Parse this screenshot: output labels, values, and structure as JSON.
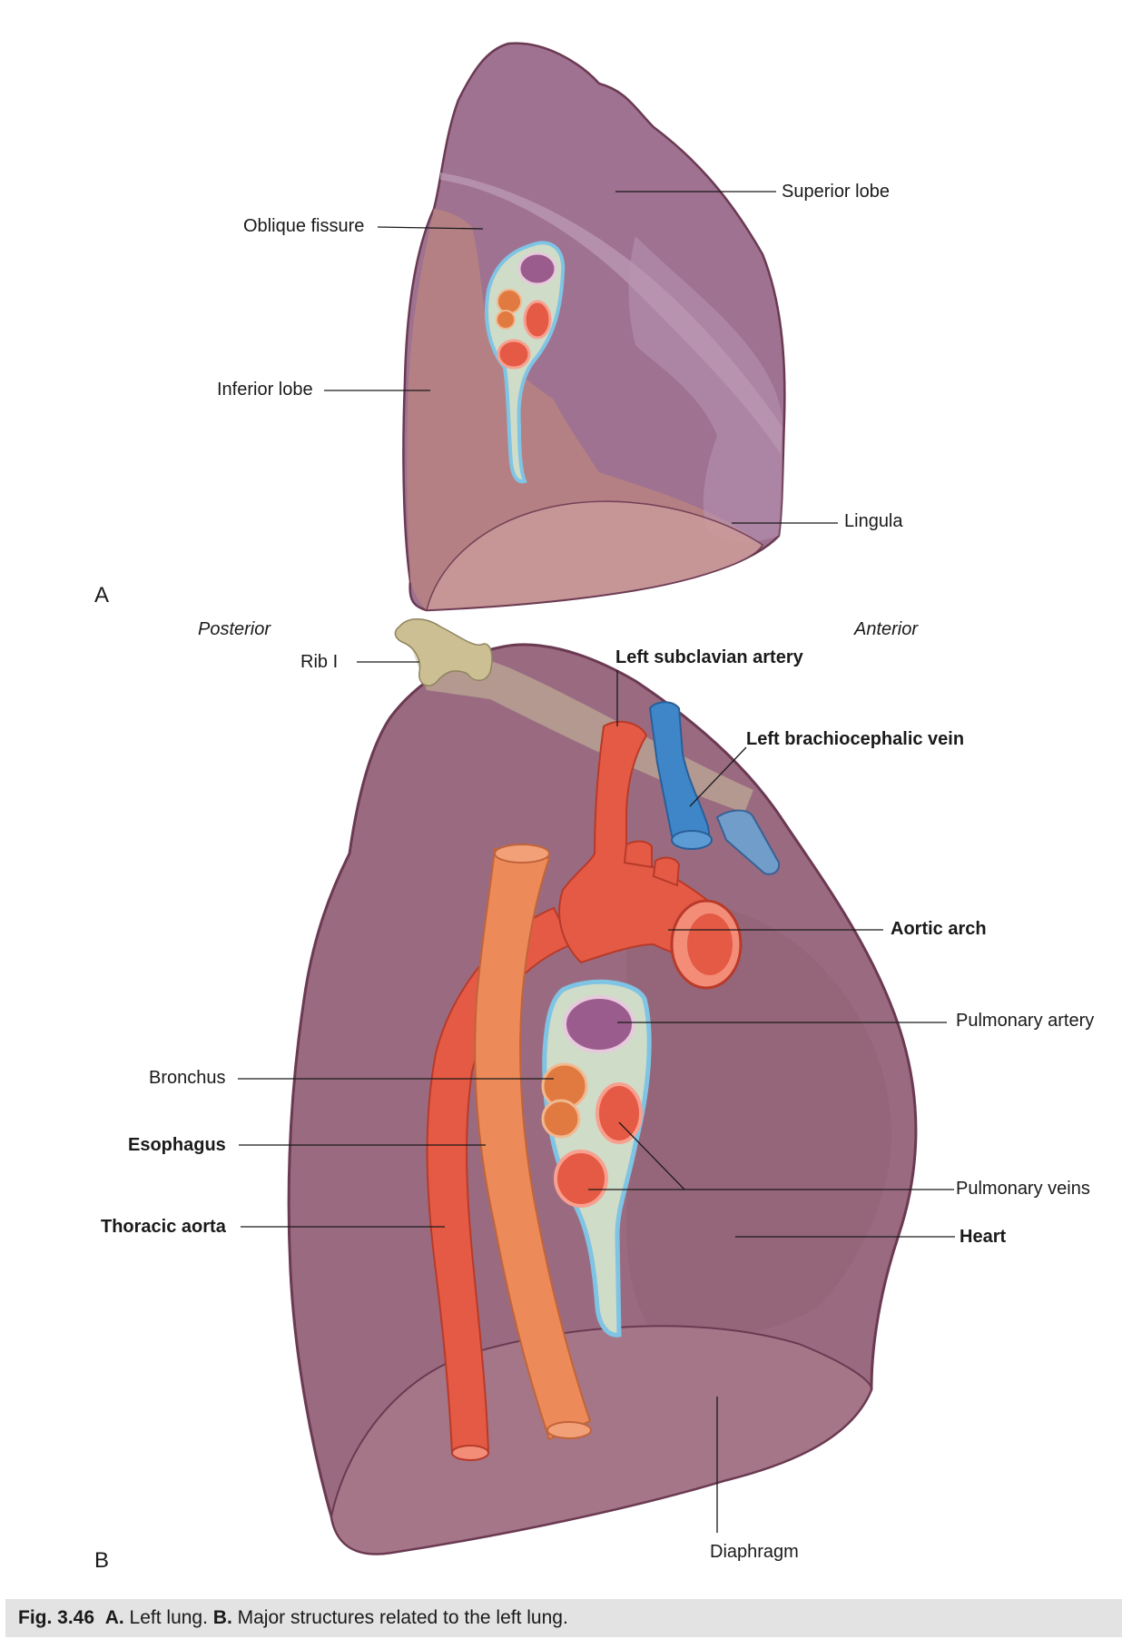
{
  "panels": {
    "a": "A",
    "b": "B"
  },
  "orientation": {
    "posterior": "Posterior",
    "anterior": "Anterior"
  },
  "panel_a_labels": {
    "superior_lobe": "Superior lobe",
    "oblique_fissure": "Oblique fissure",
    "inferior_lobe": "Inferior lobe",
    "lingula": "Lingula"
  },
  "panel_b_labels": {
    "rib_i": "Rib I",
    "left_subclavian_artery": "Left subclavian artery",
    "left_brachiocephalic_vein": "Left brachiocephalic vein",
    "aortic_arch": "Aortic arch",
    "pulmonary_artery": "Pulmonary artery",
    "bronchus": "Bronchus",
    "esophagus": "Esophagus",
    "thoracic_aorta": "Thoracic aorta",
    "pulmonary_veins": "Pulmonary veins",
    "heart": "Heart",
    "diaphragm": "Diaphragm"
  },
  "caption": {
    "fig": "Fig. 3.46",
    "a_tag": "A.",
    "a_text": " Left lung. ",
    "b_tag": "B.",
    "b_text": " Major structures related to the left lung."
  },
  "colors": {
    "lung": "#9c6e86",
    "lung_outline": "#6b3a52",
    "inferior_lobe": "#b07f80",
    "artery": "#e55a44",
    "vein": "#3e86c8",
    "esophagus": "#ec8a5a",
    "rib": "#c9bf9a",
    "hilum_fill": "#cfdcc8",
    "hilum_outline": "#7fc4e4",
    "leader": "#1a1a1a"
  }
}
